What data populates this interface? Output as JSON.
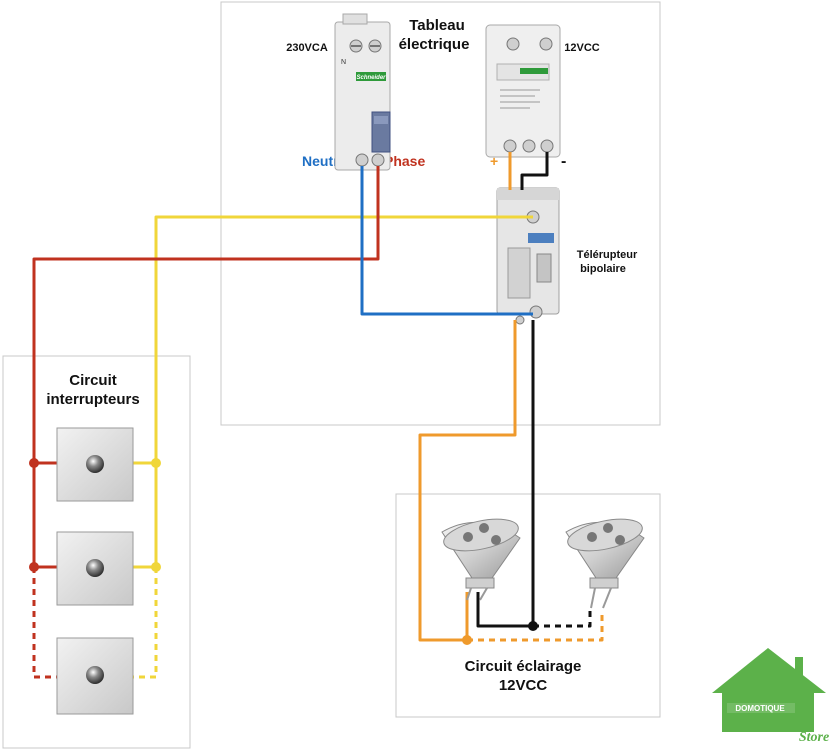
{
  "panel": {
    "title_line1": "Tableau",
    "title_line2": "électrique"
  },
  "breaker": {
    "voltage": "230VCA",
    "neutral_label": "Neutre",
    "phase_label": "Phase",
    "brand": "Schneider",
    "n_mark": "N"
  },
  "psu": {
    "voltage": "12VCC",
    "plus": "+",
    "minus": "-"
  },
  "relay": {
    "label_line1": "Télérupteur",
    "label_line2": "bipolaire"
  },
  "switches": {
    "title_line1": "Circuit",
    "title_line2": "interrupteurs"
  },
  "lighting": {
    "title_line1": "Circuit éclairage",
    "title_line2": "12VCC"
  },
  "logo": {
    "brand_top": "DOMOTIQUE",
    "brand_bottom": "Store"
  },
  "colors": {
    "phase": "#c0321f",
    "neutral": "#1f6fc4",
    "switch_return": "#f0d63a",
    "positive": "#ef9a2c",
    "negative": "#111111",
    "logo_green": "#5cb14a"
  }
}
